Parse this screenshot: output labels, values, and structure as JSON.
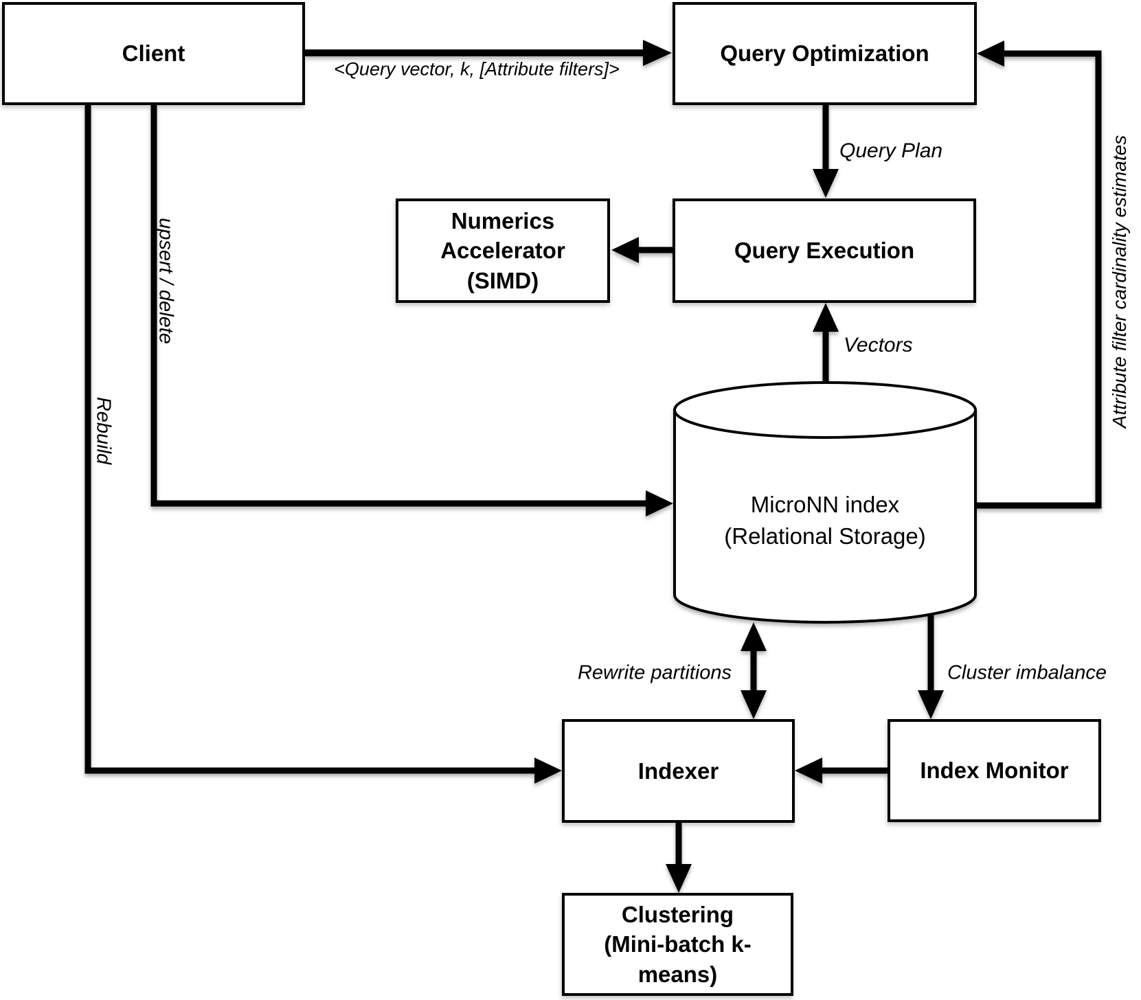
{
  "diagram": {
    "nodes": {
      "client": "Client",
      "query_optimization": "Query Optimization",
      "numerics_accelerator": "Numerics\nAccelerator\n(SIMD)",
      "query_execution": "Query Execution",
      "micronn_index": "MicroNN index\n(Relational Storage)",
      "indexer": "Indexer",
      "index_monitor": "Index Monitor",
      "clustering": "Clustering\n(Mini-batch k-means)"
    },
    "edge_labels": {
      "query_tuple": "<Query vector, k, [Attribute filters]>",
      "query_plan": "Query Plan",
      "vectors": "Vectors",
      "upsert_delete": "upsert / delete",
      "rebuild": "Rebuild",
      "attribute_filter_cardinality": "Attribute filter cardinality estimates",
      "rewrite_partitions": "Rewrite partitions",
      "cluster_imbalance": "Cluster imbalance"
    },
    "colors": {
      "ink": "#000000",
      "background": "#ffffff"
    }
  }
}
